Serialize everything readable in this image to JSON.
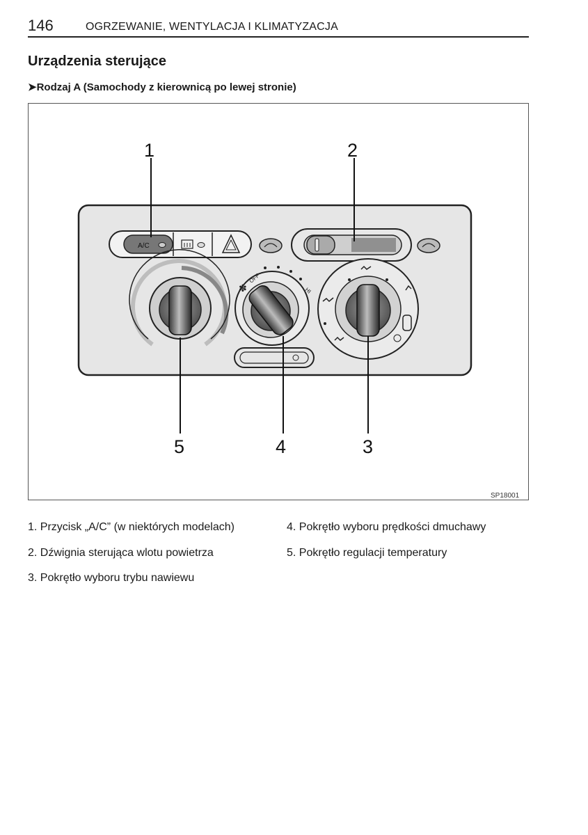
{
  "header": {
    "page_number": "146",
    "title": "OGRZEWANIE, WENTYLACJA I KLIMATYZACJA"
  },
  "section_title": "Urządzenia sterujące",
  "subsection": "➤Rodzaj A (Samochody z kierownicą po lewej stronie)",
  "figure": {
    "callouts": [
      "1",
      "2",
      "3",
      "4",
      "5"
    ],
    "ac_label": "A/C",
    "fan_off_label": "OFF",
    "fan_hi_label": "HI",
    "code": "SP18001"
  },
  "legend": [
    "1. Przycisk „A/C” (w niektórych modelach)",
    "2. Dźwignia sterująca wlotu powietrza",
    "3. Pokrętło wyboru trybu nawiewu",
    "4. Pokrętło wyboru prędkości dmuchawy",
    "5. Pokrętło regulacji temperatury"
  ]
}
